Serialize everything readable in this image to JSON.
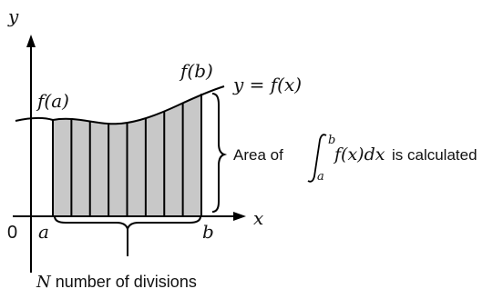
{
  "labels": {
    "y_axis": "y",
    "x_axis": "x",
    "origin": "0",
    "a": "a",
    "b": "b",
    "fa": "f(a)",
    "fb": "f(b)",
    "curve": "y = f(x)",
    "area_prefix": "Area of ",
    "integral_upper": "b",
    "integral_lower": "a",
    "integrand": "f(x)dx",
    "area_suffix": " is calculated",
    "divisions_var": "N",
    "divisions_text": " number of divisions"
  },
  "strips": 8,
  "colors": {
    "fill": "#c8c8c8",
    "stroke": "#000000"
  }
}
